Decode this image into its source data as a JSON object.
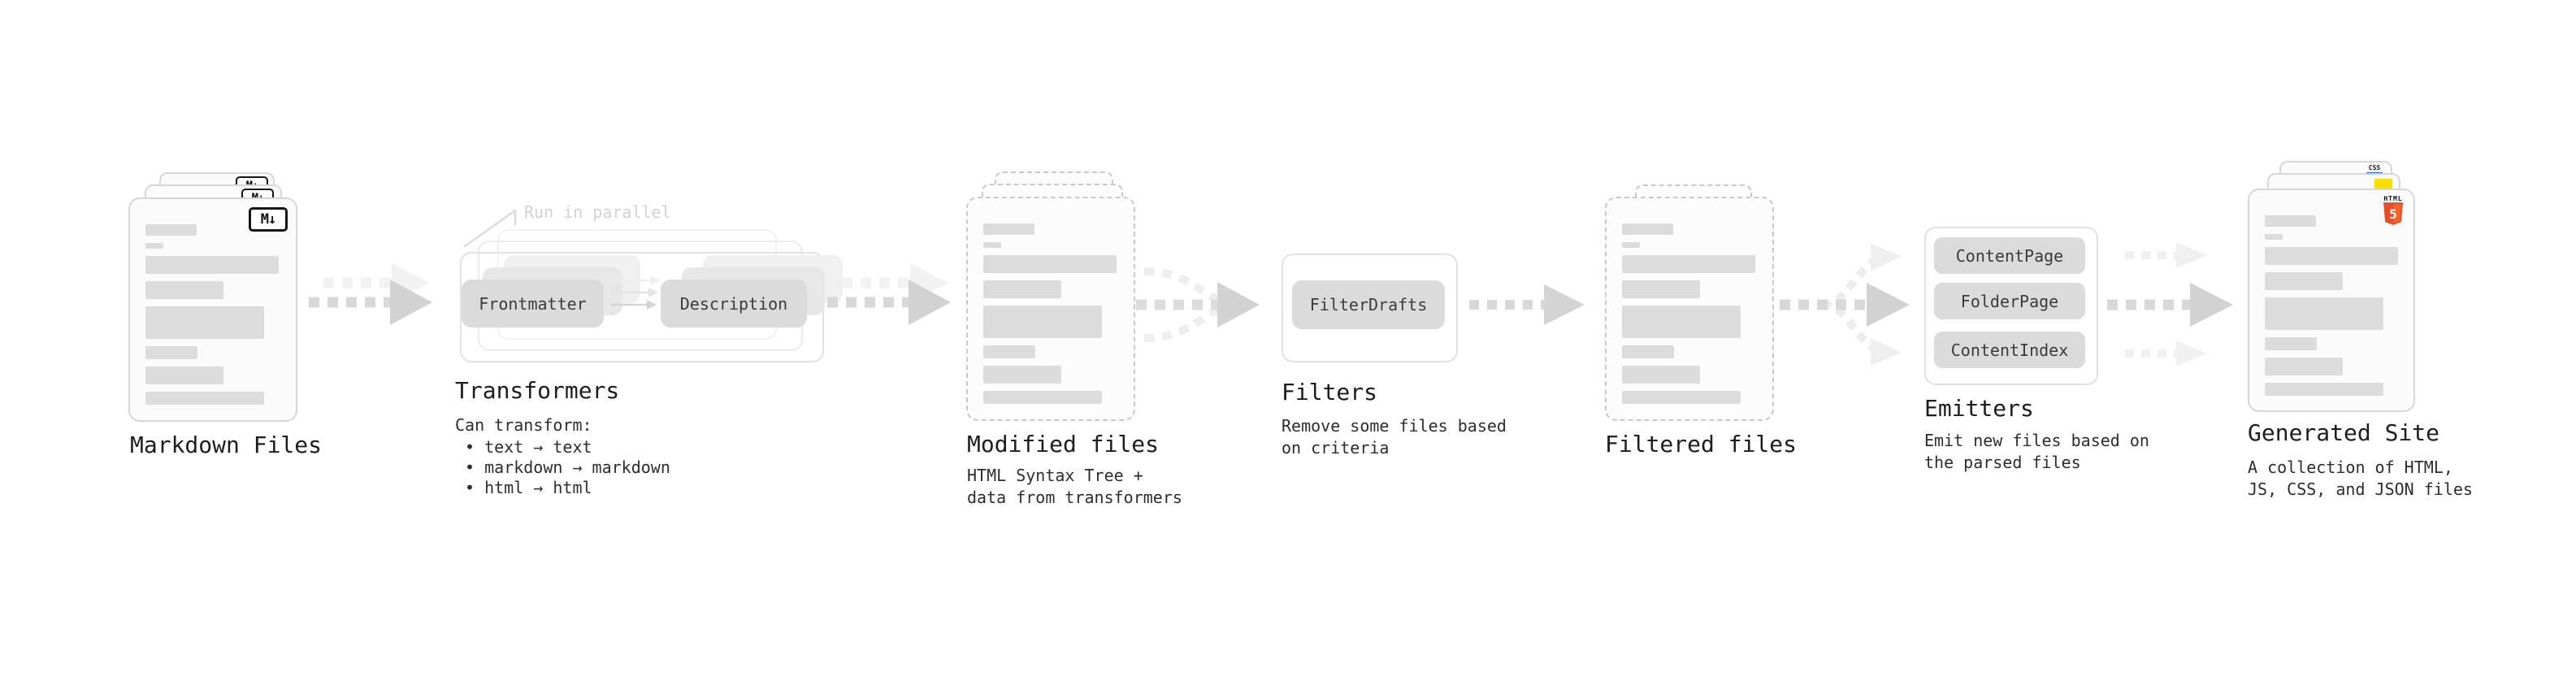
{
  "colors": {
    "html5_orange": "#e44d26",
    "html5_orange_light": "#f16529",
    "js_yellow": "#ffdf00",
    "css_blue": "#2965f1",
    "arrow_gray": "#d2d2d2",
    "arrow_gray_light": "#f0f0f0"
  },
  "stages": {
    "markdown": {
      "title": "Markdown Files",
      "badge": "M↓"
    },
    "transformers": {
      "title": "Transformers",
      "annotation": "Run in parallel",
      "pill_from": "Frontmatter",
      "pill_to": "Description",
      "subtitle": "Can transform:",
      "bullets": [
        "• text → text",
        "• markdown → markdown",
        "• html → html"
      ]
    },
    "modified": {
      "title": "Modified files",
      "desc": [
        "HTML Syntax Tree +",
        "data from transformers"
      ]
    },
    "filters": {
      "title": "Filters",
      "pill": "FilterDrafts",
      "desc": [
        "Remove some files based",
        "on criteria"
      ]
    },
    "filtered": {
      "title": "Filtered files"
    },
    "emitters": {
      "title": "Emitters",
      "pills": [
        "ContentPage",
        "FolderPage",
        "ContentIndex"
      ],
      "desc": [
        "Emit new files based on",
        "the parsed files"
      ]
    },
    "generated": {
      "title": "Generated Site",
      "desc": [
        "A collection of HTML,",
        "JS, CSS, and JSON files"
      ],
      "badges": {
        "css_label": "CSS",
        "html_label": "HTML",
        "html_number": "5"
      }
    }
  }
}
